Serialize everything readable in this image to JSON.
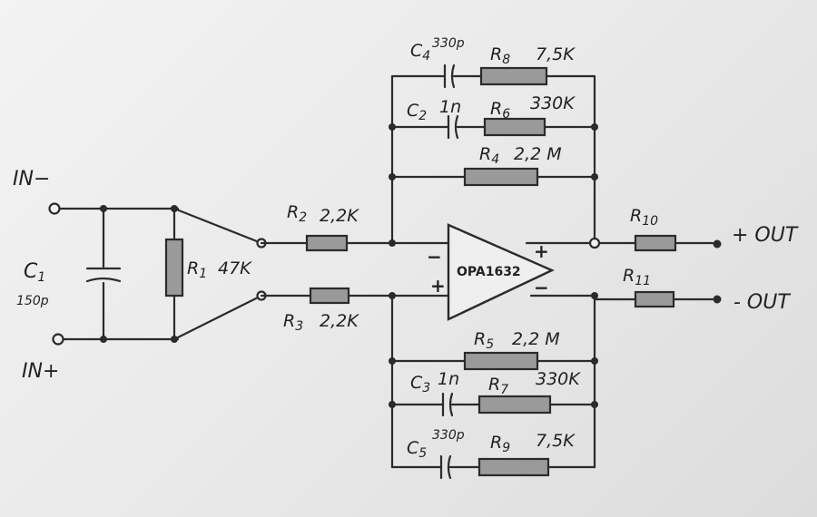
{
  "ports": {
    "in_minus": "IN−",
    "in_plus": "IN+",
    "out_plus": "+ OUT",
    "out_minus": "- OUT"
  },
  "opamp": {
    "name": "OPA1632",
    "in_minus_sign": "−",
    "in_plus_sign": "+",
    "out_plus_sign": "+",
    "out_minus_sign": "−"
  },
  "components": {
    "C1": {
      "ref": "C",
      "sub": "1",
      "value": "150p"
    },
    "R1": {
      "ref": "R",
      "sub": "1",
      "value": "47K"
    },
    "R2": {
      "ref": "R",
      "sub": "2",
      "value": "2,2K"
    },
    "R3": {
      "ref": "R",
      "sub": "3",
      "value": "2,2K"
    },
    "C4": {
      "ref": "C",
      "sub": "4",
      "value": "330p"
    },
    "R8": {
      "ref": "R",
      "sub": "8",
      "value": "7,5K"
    },
    "C2": {
      "ref": "C",
      "sub": "2",
      "value": "1n"
    },
    "R6": {
      "ref": "R",
      "sub": "6",
      "value": "330K"
    },
    "R4": {
      "ref": "R",
      "sub": "4",
      "value": "2,2 M"
    },
    "R5": {
      "ref": "R",
      "sub": "5",
      "value": "2,2 M"
    },
    "C3": {
      "ref": "C",
      "sub": "3",
      "value": "1n"
    },
    "R7": {
      "ref": "R",
      "sub": "7",
      "value": "330K"
    },
    "C5": {
      "ref": "C",
      "sub": "5",
      "value": "330p"
    },
    "R9": {
      "ref": "R",
      "sub": "9",
      "value": "7,5K"
    },
    "R10": {
      "ref": "R",
      "sub": "10",
      "value": ""
    },
    "R11": {
      "ref": "R",
      "sub": "11",
      "value": ""
    }
  }
}
